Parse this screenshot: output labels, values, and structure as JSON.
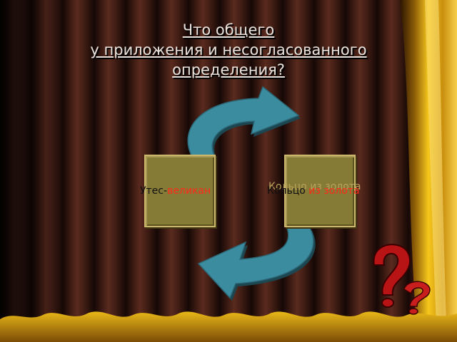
{
  "slide": {
    "title_line1": "Что общего ",
    "title_line2": "у приложения и несогласованного",
    "title_line3": "определения?",
    "card_left": {
      "text_plain": "Утес-",
      "text_accent": "великан"
    },
    "card_right": {
      "text_plain": "Кольцо ",
      "text_accent": "из золота"
    }
  },
  "colors": {
    "background": "#1a0c08",
    "curtain_gold": "#f3c21c",
    "arrow": "#3c8ca0",
    "card_fill": "#857a36",
    "accent_text": "#ff2a1a",
    "question_mark": "#b81416"
  },
  "icons": [
    "cycle-arrow-top-icon",
    "cycle-arrow-bottom-icon",
    "question-marks-icon"
  ]
}
